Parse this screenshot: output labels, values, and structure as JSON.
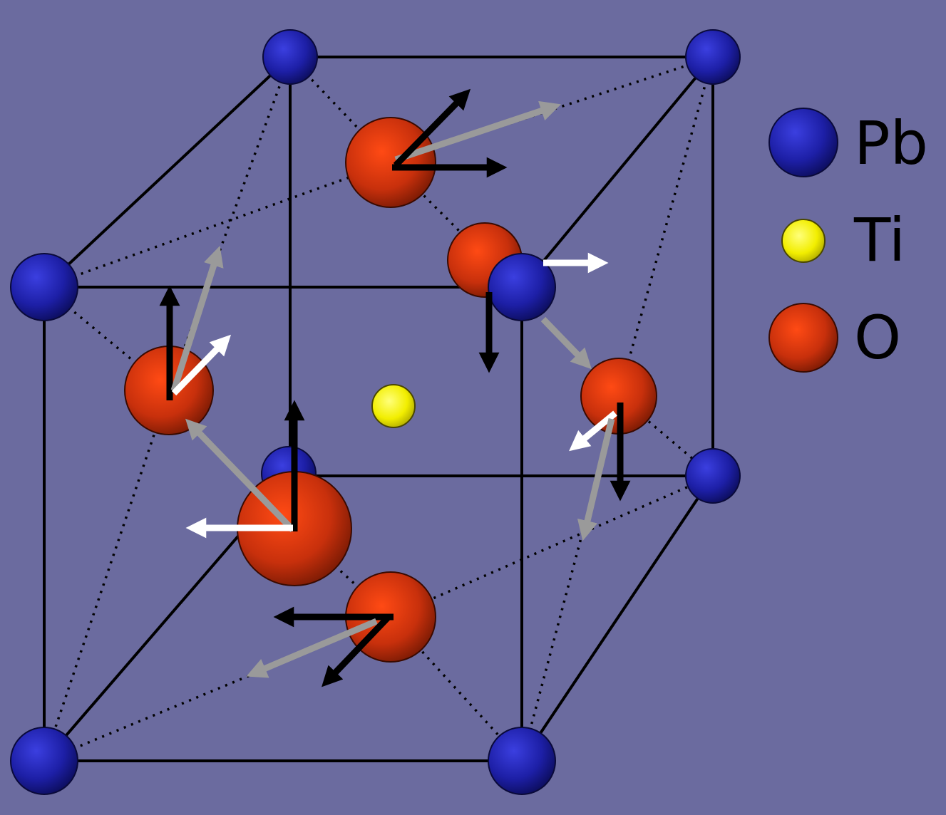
{
  "colors": {
    "background": "#6b6b9f",
    "pb": "#1d1fa6",
    "ti": "#f2ee00",
    "o": "#c8300c",
    "edge": "#000000",
    "arrow_black": "#000000",
    "arrow_gray": "#9a9a9a",
    "arrow_white": "#ffffff"
  },
  "legend": [
    {
      "symbol": "Pb",
      "color": "#1d1fa6"
    },
    {
      "symbol": "Ti",
      "color": "#f2ee00"
    },
    {
      "symbol": "O",
      "color": "#c8300c"
    }
  ]
}
